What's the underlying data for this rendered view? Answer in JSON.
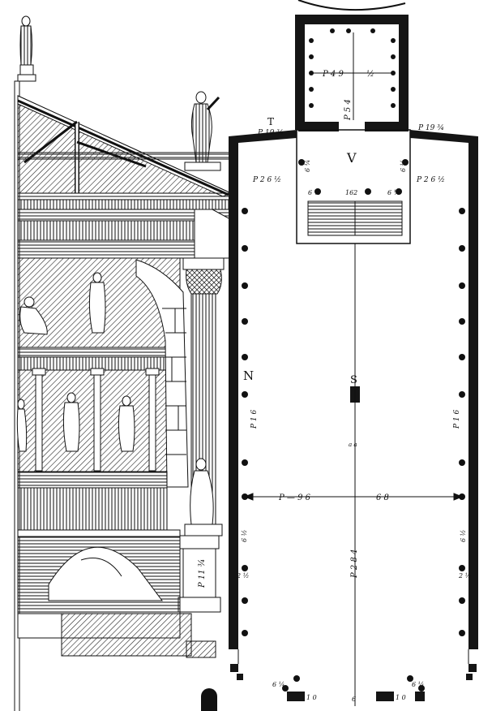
{
  "plate": {
    "rooms": {
      "cella_letter": "V",
      "nave_letter": "N",
      "center_letter": "S"
    },
    "dimensions": {
      "cella_width_left": "P 4 9",
      "cella_width_frac": "½",
      "cella_length": "P 5 4",
      "entrance_left_letter": "T",
      "entrance_left_value": "P 19 ¾",
      "entrance_right_value": "P 19 ¾",
      "side_width_left": "P 2 6 ½",
      "side_width_right": "P 2 6 ½",
      "cella_row_left": "6 ¼",
      "cella_row_center": "162",
      "cella_row_right": "6 ¼",
      "cella_side_left": "6 ¼",
      "cella_side_right": "6 ¼",
      "nave_side_left": "P 1 6",
      "nave_side_right": "P 1 6",
      "nave_width_left": "P — 9 6",
      "nave_width_right": "6 8",
      "nave_mid_mark": "a a",
      "nave_length": "P 2 8 4",
      "nave_low_left": "6 ½",
      "nave_low_right": "6 ½",
      "nave_small_left": "2 ½",
      "nave_small_right": "2 ½",
      "base_value": "P 11 ¾",
      "bottom_left_a": "6 ¼",
      "bottom_left_b": "1 0",
      "bottom_right_a": "1 0",
      "bottom_right_b": "6 ¼",
      "front_center": "6"
    }
  }
}
